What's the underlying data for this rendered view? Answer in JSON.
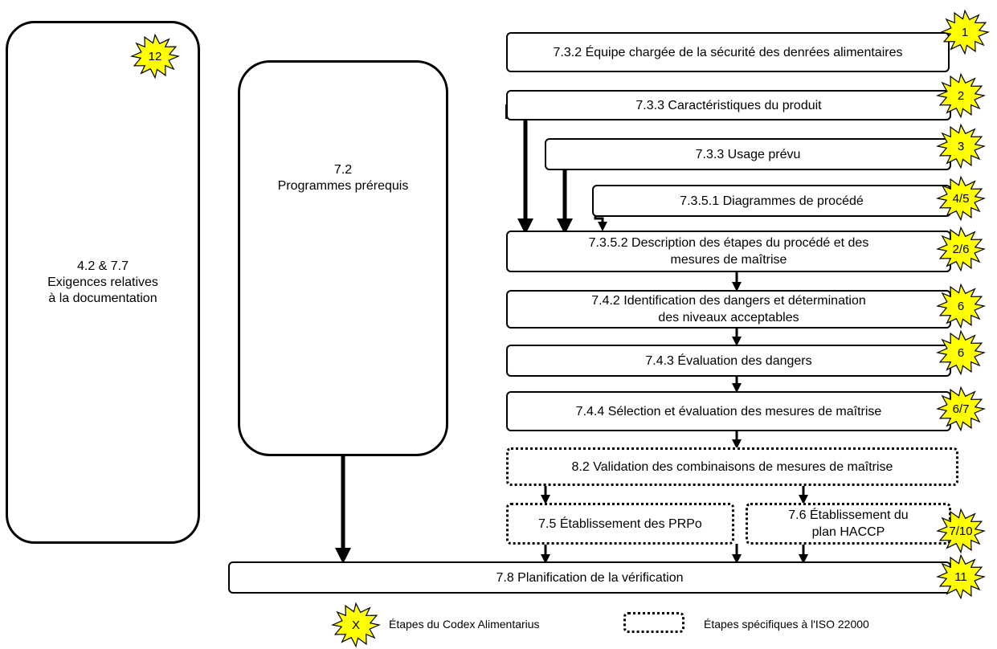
{
  "diagram": {
    "left_box": {
      "line1": "4.2 & 7.7",
      "line2": "Exigences relatives\nà la documentation",
      "badge": "12"
    },
    "middle_box": {
      "line1": "7.2",
      "line2": "Programmes prérequis"
    },
    "steps": [
      {
        "id": "7.3.2",
        "label": "7.3.2 Équipe chargée de la sécurité des denrées alimentaires",
        "badge": "1"
      },
      {
        "id": "7.3.3a",
        "label": "7.3.3 Caractéristiques du produit",
        "badge": "2"
      },
      {
        "id": "7.3.3b",
        "label": "7.3.3 Usage prévu",
        "badge": "3"
      },
      {
        "id": "7.3.5.1",
        "label": "7.3.5.1 Diagrammes de procédé",
        "badge": "4/5"
      },
      {
        "id": "7.3.5.2",
        "label": "7.3.5.2 Description des étapes du procédé et des\nmesures de maîtrise",
        "badge": "2/6"
      },
      {
        "id": "7.4.2",
        "label": "7.4.2 Identification des dangers et détermination\ndes niveaux acceptables",
        "badge": "6"
      },
      {
        "id": "7.4.3",
        "label": "7.4.3 Évaluation des dangers",
        "badge": "6"
      },
      {
        "id": "7.4.4",
        "label": "7.4.4 Sélection et évaluation des mesures de maîtrise",
        "badge": "6/7"
      },
      {
        "id": "8.2",
        "label": "8.2 Validation des combinaisons de mesures de maîtrise"
      },
      {
        "id": "7.5",
        "label": "7.5 Établissement des PRPo"
      },
      {
        "id": "7.6",
        "label": "7.6 Établissement du\nplan HACCP",
        "badge": "7/10"
      },
      {
        "id": "7.8",
        "label": "7.8 Planification de la vérification",
        "badge": "11"
      }
    ]
  },
  "legend": {
    "codex_symbol": "X",
    "codex_label": "Étapes du Codex Alimentarius",
    "iso_label": "Étapes spécifiques à l'ISO 22000"
  },
  "colors": {
    "badge_fill": "#ffff00",
    "line": "#000000",
    "box_border": "#000000"
  }
}
